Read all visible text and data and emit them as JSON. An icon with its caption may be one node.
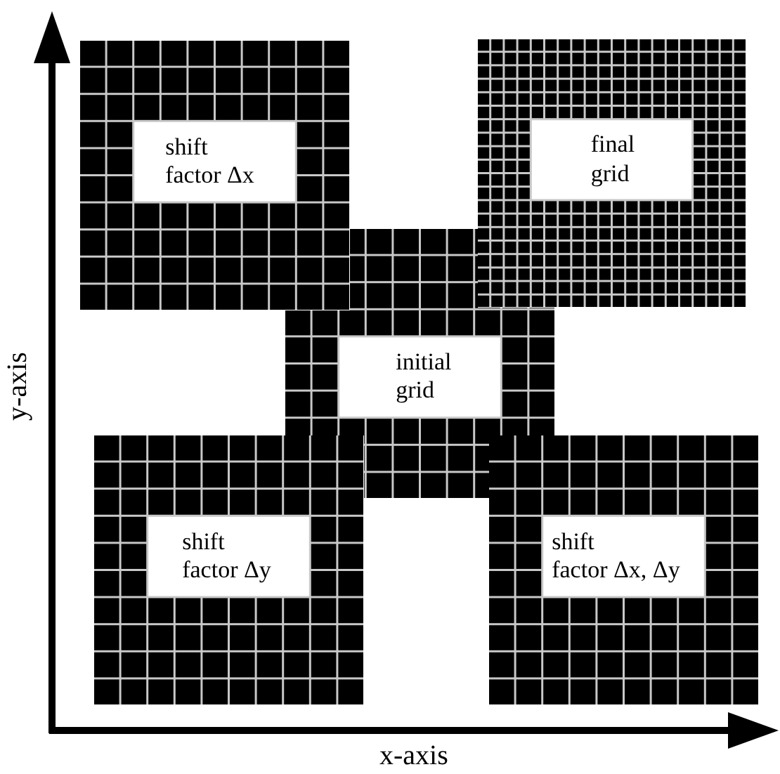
{
  "diagram": {
    "nodes": [
      {
        "text": [
          "shift factor Δx"
        ]
      },
      {
        "text": [
          "final grid"
        ]
      },
      {
        "text": [
          "initial grid"
        ]
      },
      {
        "text": [
          "shift factor Δy"
        ]
      },
      {
        "text": [
          "shift factor Δx, Δy"
        ]
      }
    ],
    "labels": [
      "y-axis",
      "x-axis"
    ]
  }
}
